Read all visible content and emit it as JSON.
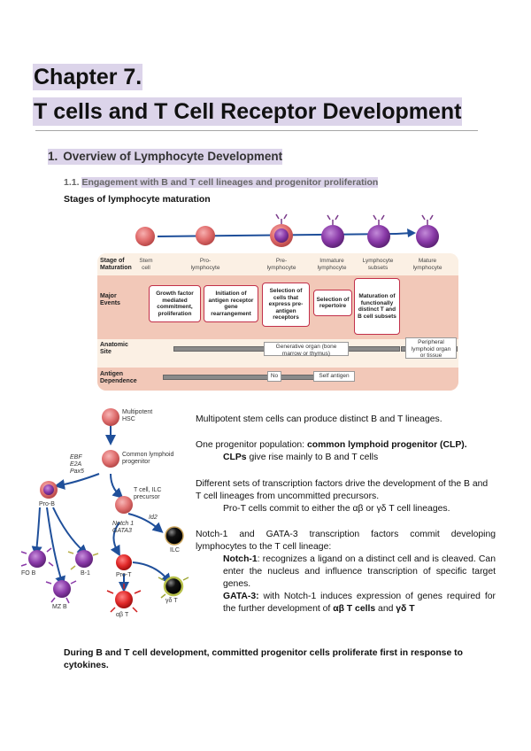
{
  "chapter": {
    "label": "Chapter 7.",
    "title": "T cells and T Cell Receptor Development"
  },
  "section": {
    "number": "1.",
    "title": "Overview of Lymphocyte Development"
  },
  "subsection": {
    "number": "1.1.",
    "title": "Engagement with B and T cell lineages and progenitor proliferation"
  },
  "figure1": {
    "caption": "Stages of lymphocyte maturation",
    "row_labels": {
      "stage": "Stage of Maturation",
      "events": "Major Events",
      "site": "Anatomic Site",
      "antigen": "Antigen Dependence"
    },
    "stages": [
      "Stem cell",
      "Pro-lymphocyte",
      "Pre-lymphocyte",
      "Immature lymphocyte",
      "Lymphocyte subsets",
      "Mature lymphocyte"
    ],
    "events": [
      "Growth factor mediated commitment, proliferation",
      "Initiation of antigen receptor gene rearrangement",
      "Selection of cells that express pre-antigen receptors",
      "Selection of repertoire",
      "Maturation of functionally distinct T and B cell subsets"
    ],
    "site": {
      "generative": "Generative organ (bone marrow or thymus)",
      "peripheral": "Peripheral lymphoid organ or tissue"
    },
    "antigen": {
      "no": "No",
      "self": "Self antigen"
    }
  },
  "figure2": {
    "nodes": {
      "hsc": "Multipotent HSC",
      "clp": "Common lymphoid progenitor",
      "tilc": "T cell, ILC precursor",
      "prob": "Pro-B",
      "ilc": "ILC",
      "fob": "FO B",
      "b1": "B-1",
      "mzb": "MZ B",
      "prot": "Pro-T",
      "ab": "αβ T",
      "gd": "γδ T"
    },
    "factors": {
      "b": "EBF E2A Pax5",
      "ilc": "Id2",
      "t": "Notch 1 GATA3"
    }
  },
  "text": {
    "p1": "Multipotent stem cells can produce distinct B and T lineages.",
    "p2_pre": "One progenitor population: ",
    "p2_bold": "common lymphoid progenitor (CLP).",
    "p2b_bold": "CLPs",
    "p2b_rest": " give rise mainly to B and T cells",
    "p3": "Different sets of transcription factors drive the development of the B and T cell lineages from uncommitted precursors.",
    "p3b": "Pro-T cells commit to either the αβ or γδ T cell lineages.",
    "p4": "Notch-1 and GATA-3 transcription factors commit developing lymphocytes to the T cell lineage:",
    "p4a_bold": "Notch-1",
    "p4a_rest": ": recognizes a ligand on a distinct cell and is cleaved. Can enter the nucleus and influence transcription of specific target genes.",
    "p4b_bold": "GATA-3:",
    "p4b_rest1": " with Notch-1 induces expression of genes required for the further development of ",
    "p4b_bold2": "αβ T cells",
    "p4b_rest2": " and ",
    "p4b_bold3": "γδ T",
    "closing": "During B and T cell development, committed progenitor cells proliferate first in response to cytokines."
  },
  "colors": {
    "highlight": "#dcd4ea",
    "red_cell": "#e07070",
    "purple_cell": "#8a3aa8",
    "arrow": "#1f4f9a",
    "event_border": "#c2304a"
  }
}
